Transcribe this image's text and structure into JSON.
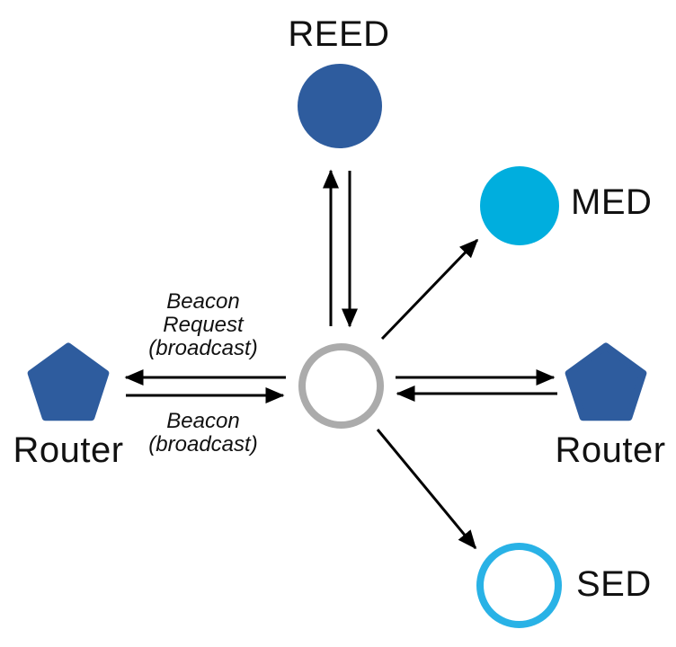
{
  "diagram": {
    "nodes": {
      "reed": {
        "label": "REED",
        "shape": "filled-circle",
        "fill": "#2E5C9E"
      },
      "med": {
        "label": "MED",
        "shape": "filled-circle",
        "fill": "#00AEDE"
      },
      "router_left": {
        "label": "Router",
        "shape": "pentagon",
        "fill": "#2E5C9E"
      },
      "router_right": {
        "label": "Router",
        "shape": "pentagon",
        "fill": "#2E5C9E"
      },
      "sed": {
        "label": "SED",
        "shape": "outline-circle",
        "stroke": "#29B2E6"
      },
      "hub": {
        "shape": "outline-circle",
        "stroke": "#ABABAB"
      }
    },
    "edge_labels": {
      "beacon_request": "Beacon\nRequest\n(broadcast)",
      "beacon_reply": "Beacon\n(broadcast)"
    },
    "arrow_color": "#000000"
  }
}
